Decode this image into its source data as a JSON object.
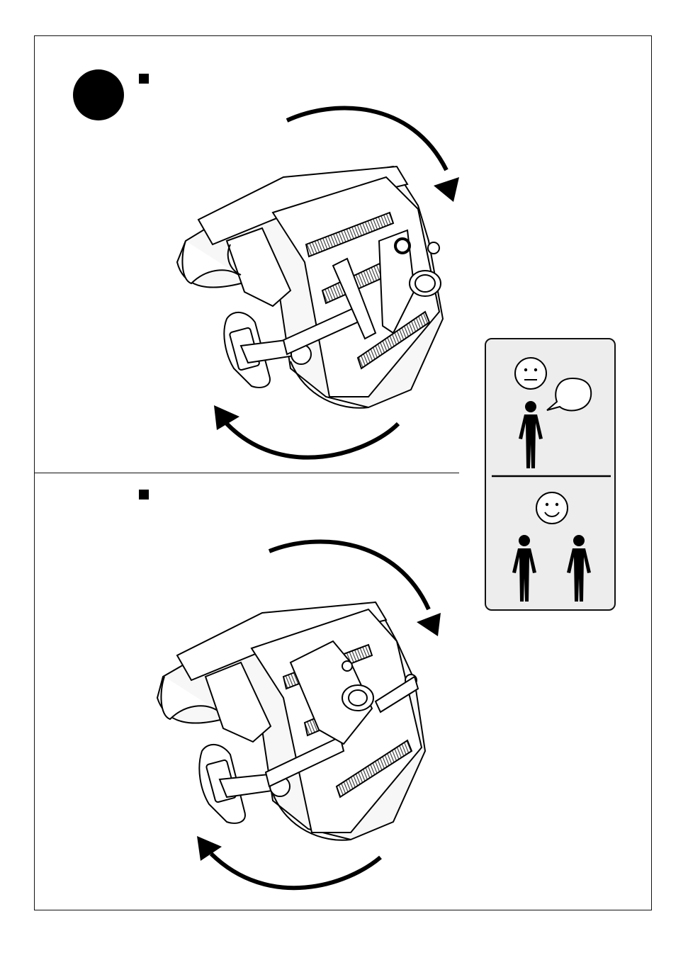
{
  "document": {
    "page_width_note": "",
    "step_badge": {
      "label": ""
    },
    "steps": [
      {
        "bullet": "square",
        "text": ""
      },
      {
        "bullet": "square",
        "text": ""
      }
    ],
    "illustrations": [
      {
        "icon": "chair-seat-mechanism-underside",
        "rotation": "clockwise"
      },
      {
        "icon": "chair-seat-mechanism-underside-alt",
        "rotation": "clockwise"
      }
    ],
    "side_panel": {
      "top": {
        "icons": [
          "neutral-face-icon",
          "speech-bubble-icon",
          "one-person-icon"
        ]
      },
      "bottom": {
        "icons": [
          "smiling-face-icon",
          "two-people-icon"
        ]
      }
    }
  }
}
